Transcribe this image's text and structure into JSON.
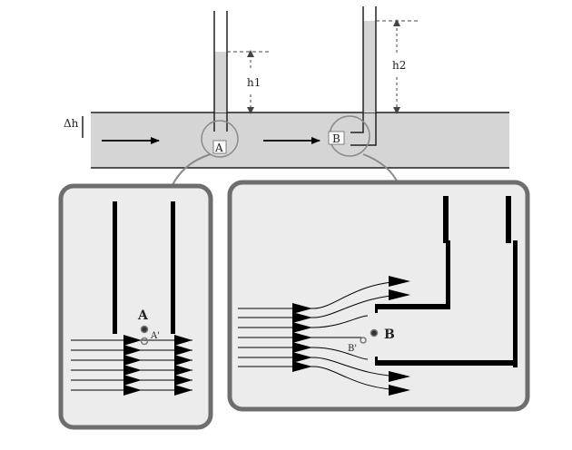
{
  "labels": {
    "delta_h": "Δh",
    "h1": "h1",
    "h2": "h2",
    "point_a": "A",
    "point_b": "B",
    "detail_a": "A",
    "detail_a_prime": "A'",
    "detail_b": "B",
    "detail_b_prime": "B'"
  },
  "colors": {
    "fluid": "#d5d5d5",
    "panel_fill": "#ececec",
    "panel_border": "#6e6e6e",
    "wall": "#000000",
    "connector": "#8a8a8a",
    "dashed": "#444444"
  }
}
